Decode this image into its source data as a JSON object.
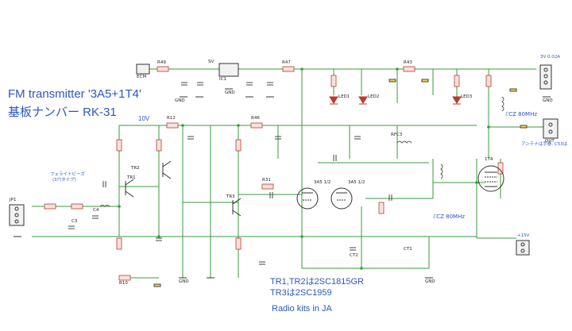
{
  "title": {
    "line1": "FM transmitter '3A5+1T4'",
    "line2": "基板ナンバー  RK-31"
  },
  "notes": {
    "transistors": "TR1,TR2は2SC1815GR",
    "tr3": "TR3は2SC1959",
    "credit": "Radio kits in JA",
    "supply_10v": "10V",
    "ferrite": "フェライトビーズ",
    "ferrite_type": "(3穴タイプ)",
    "coil_top": "ℰCZ 80MHz",
    "coil_bottom": "ℰCZ 80MHz",
    "antenna": "アンテナは手巻: C53は",
    "vcc_top": "3V 0.02A",
    "vcc_right": "+15V"
  },
  "components": {
    "r49": "R49",
    "ecm": "ECM",
    "ic1": "IC1",
    "r47": "R47",
    "r43": "R43",
    "r12": "R12",
    "r46": "R46",
    "r31": "R31",
    "r10": "R10",
    "rfc3": "RFC3",
    "tr1": "TR1",
    "tr2": "TR2",
    "tr3": "TR3",
    "v1": "3A5 1/2",
    "v2": "3A5 1/2",
    "v3": "1T4",
    "jp1": "JP1",
    "out": "OUT",
    "c4": "C4",
    "c3": "C3",
    "ct2": "CT2",
    "ct1": "CT1",
    "led1": "LED1",
    "led2": "LED2",
    "led3": "LED3",
    "gnd": "GND",
    "sv": "SV"
  }
}
